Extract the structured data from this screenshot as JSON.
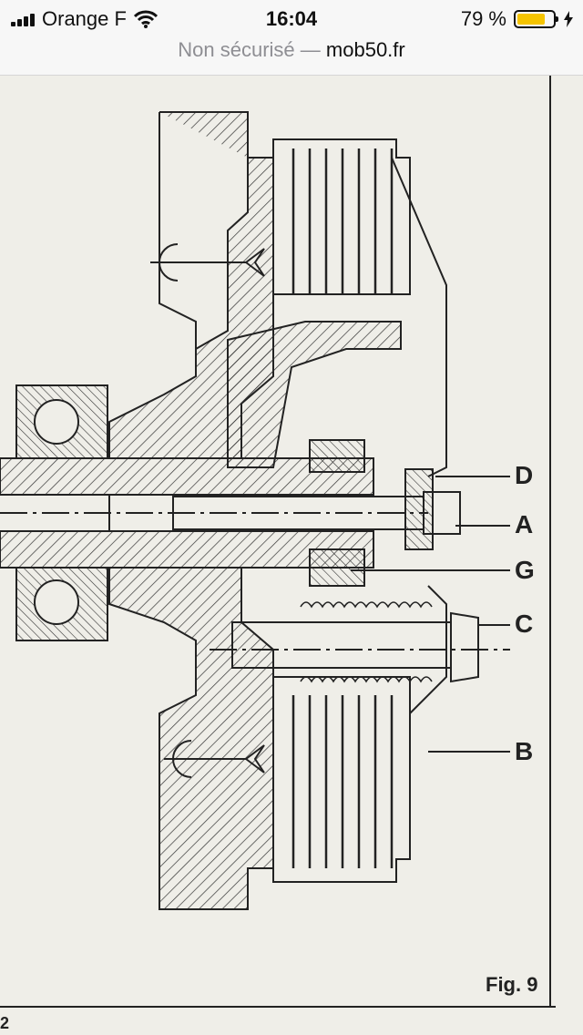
{
  "status_bar": {
    "carrier": "Orange F",
    "time": "16:04",
    "battery_percent_text": "79 %",
    "battery_level": 0.79,
    "icons": [
      "signal-icon",
      "wifi-icon",
      "battery-icon",
      "charging-icon"
    ]
  },
  "address_bar": {
    "security_label": "Non sécurisé —",
    "host": "mob50.fr"
  },
  "figure": {
    "callouts": [
      "D",
      "A",
      "G",
      "C",
      "B"
    ],
    "label": "Fig. 9",
    "page_number": "2"
  },
  "colors": {
    "ink": "#222222",
    "paper": "#efeee8",
    "battery": "#f5c400"
  }
}
